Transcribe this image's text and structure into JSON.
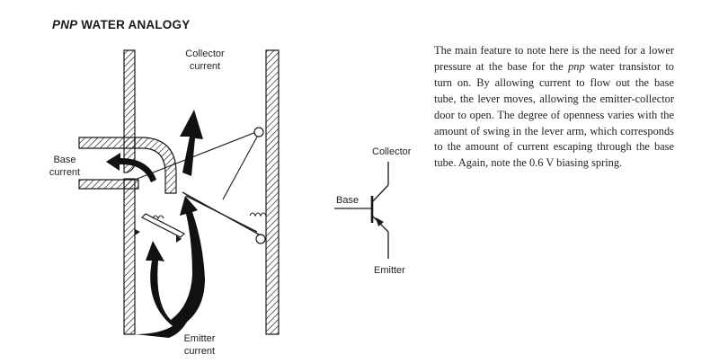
{
  "title": {
    "italic_part": "PNP",
    "rest": " WATER ANALOGY"
  },
  "caption": {
    "part1": "The main feature to note here is the need for a lower pressure at the base for the ",
    "italic": "pnp",
    "part2": " water transistor to turn on. By allowing current to flow out the base tube, the lever moves, allowing the emitter-collector door to open. The degree of openness varies with the amount of swing in the lever arm, which corresponds to the amount of current escaping through the base tube. Again, note the 0.6 V biasing spring."
  },
  "water_labels": {
    "collector_line1": "Collector",
    "collector_line2": "current",
    "base_line1": "Base",
    "base_line2": "current",
    "emitter_line1": "Emitter",
    "emitter_line2": "current"
  },
  "symbol_labels": {
    "collector": "Collector",
    "base": "Base",
    "emitter": "Emitter"
  },
  "colors": {
    "ink": "#1a1a1a",
    "background": "#ffffff"
  }
}
